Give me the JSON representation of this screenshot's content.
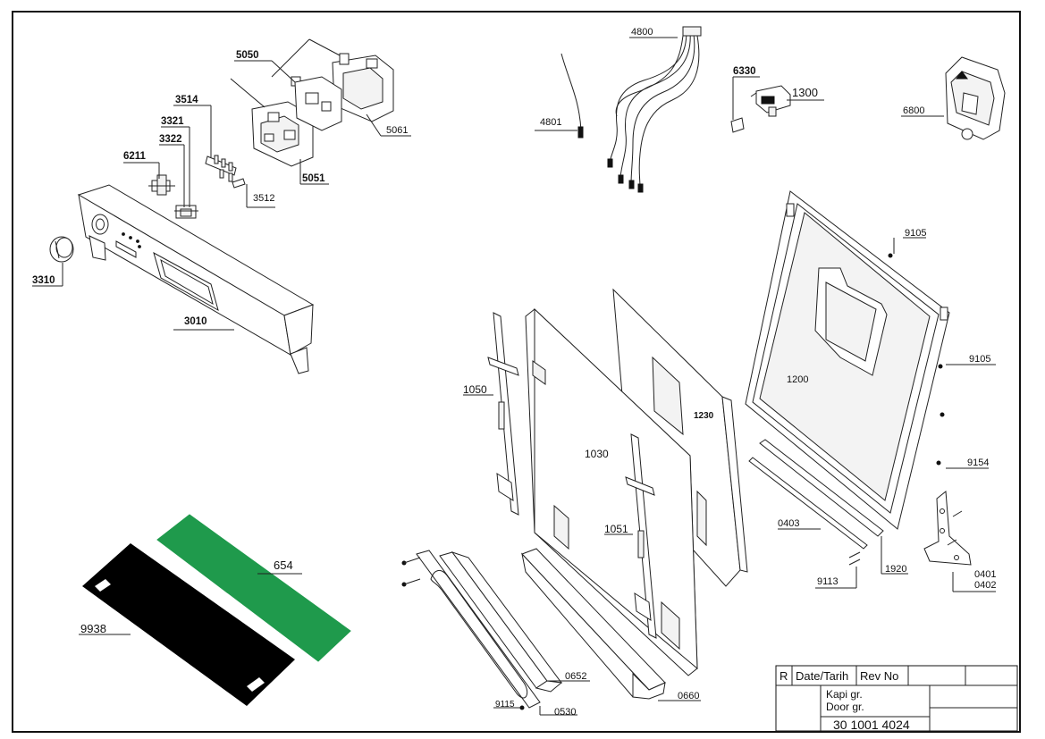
{
  "colors": {
    "ink": "#111111",
    "green_sheet": "#1f9a4c",
    "black_sheet": "#000000",
    "background": "#ffffff"
  },
  "parts": {
    "p5050": "5050",
    "p5061": "5061",
    "p5051": "5051",
    "p3514": "3514",
    "p3321": "3321",
    "p3322": "3322",
    "p6211": "6211",
    "p3512": "3512",
    "p3310": "3310",
    "p3010": "3010",
    "p4800": "4800",
    "p4801": "4801",
    "p6330": "6330",
    "p1300": "1300",
    "p6800": "6800",
    "p9105a": "9105",
    "p9105b": "9105",
    "p1200": "1200",
    "p1230": "1230",
    "p1050": "1050",
    "p1030": "1030",
    "p1051": "1051",
    "p9154": "9154",
    "p0403": "0403",
    "p1920": "1920",
    "p9113": "9113",
    "p0401": "0401",
    "p0402": "0402",
    "p654": "654",
    "p9938": "9938",
    "p0652": "0652",
    "p9115": "9115",
    "p0530": "0530",
    "p0660": "0660"
  },
  "title_block": {
    "rev_col": "R",
    "date_col": "Date/Tarih",
    "revno_col": "Rev No",
    "title_tr": "Kapi gr.",
    "title_en": "Door gr.",
    "drawing_number": "30 1001 4024"
  }
}
